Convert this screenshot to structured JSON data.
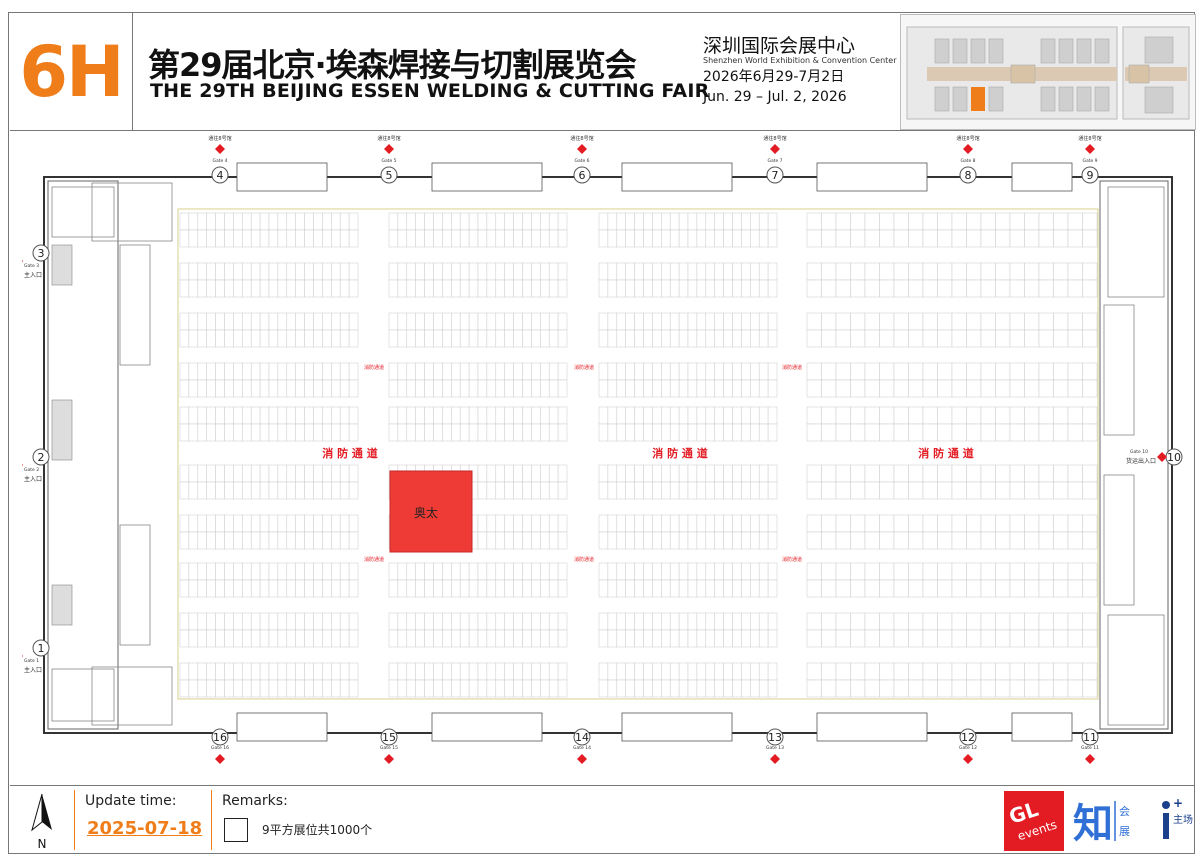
{
  "header": {
    "hall_code": "6H",
    "title_cn": "第29届北京·埃森焊接与切割展览会",
    "title_en": "THE 29TH BEIJING ESSEN WELDING & CUTTING FAIR",
    "venue_cn": "深圳国际会展中心",
    "venue_en": "Shenzhen World Exhibition & Convention Center",
    "date_cn": "2026年6月29-7月2日",
    "date_en": "Jun. 29 – Jul. 2, 2026"
  },
  "map": {
    "top_gates": [
      {
        "num": "4",
        "label": "Gate 4",
        "note": "通往8号馆"
      },
      {
        "num": "5",
        "label": "Gate 5",
        "note": "通往8号馆"
      },
      {
        "num": "6",
        "label": "Gate 6",
        "note": "通往8号馆"
      },
      {
        "num": "7",
        "label": "Gate 7",
        "note": "通往8号馆"
      },
      {
        "num": "8",
        "label": "Gate 8",
        "note": "通往8号馆"
      },
      {
        "num": "9",
        "label": "Gate 9",
        "note": "通往8号馆"
      }
    ],
    "bottom_gates": [
      {
        "num": "16",
        "label": "Gate 16"
      },
      {
        "num": "15",
        "label": "Gate 15"
      },
      {
        "num": "14",
        "label": "Gate 14"
      },
      {
        "num": "13",
        "label": "Gate 13"
      },
      {
        "num": "12",
        "label": "Gate 12"
      },
      {
        "num": "11",
        "label": "Gate 11"
      }
    ],
    "left_gates": [
      {
        "num": "3",
        "label": "Gate 3",
        "note": "主入口"
      },
      {
        "num": "2",
        "label": "Gate 2",
        "note": "主入口"
      },
      {
        "num": "1",
        "label": "Gate 1",
        "note": "主入口"
      }
    ],
    "right_gate": {
      "num": "10",
      "label": "Gate 10",
      "note": "货运出入口"
    },
    "fire_lane": "消 防 通 道",
    "fire_lane_small": "消防通道",
    "highlight_booth": "奥太",
    "highlight_color": "#ee3b36",
    "accent_color": "#ef7d1a",
    "gate_marker_color": "#e31b23"
  },
  "footer": {
    "north_label": "N",
    "update_label": "Update time:",
    "update_date": "2025-07-18",
    "remarks_label": "Remarks:",
    "remarks_text": "9平方展位共1000个",
    "logo_gl_line1": "GL",
    "logo_gl_line2": "events",
    "logo_zhi_char": "知",
    "logo_zhi_sub1": "会",
    "logo_zhi_sub2": "展",
    "logo_zc": "主场"
  }
}
